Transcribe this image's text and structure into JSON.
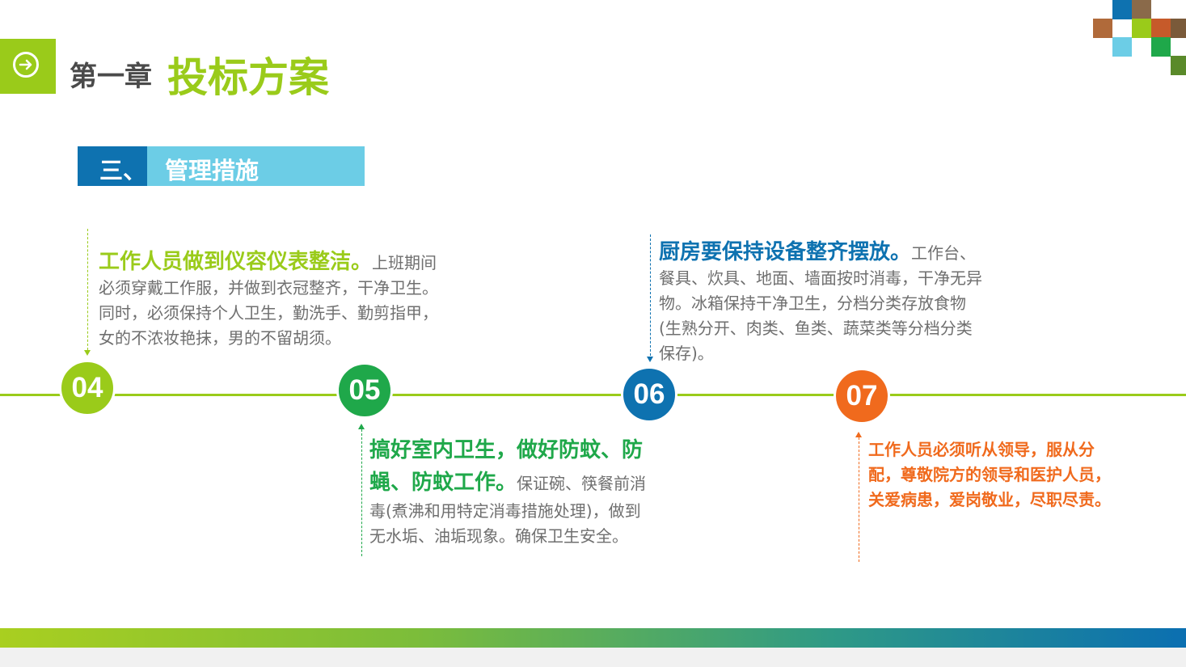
{
  "header": {
    "chapter": "第一章",
    "title": "投标方案"
  },
  "section": {
    "number": "三、",
    "name": "管理措施"
  },
  "items": [
    {
      "num": "04",
      "color": "#9acb1a",
      "highlight": "工作人员做到仪容仪表整洁。",
      "body": "上班期间必须穿戴工作服，并做到衣冠整齐，干净卫生。同时，必须保持个人卫生，勤洗手、勤剪指甲，女的不浓妆艳抹，男的不留胡须。"
    },
    {
      "num": "05",
      "color": "#1fa84a",
      "highlight": "搞好室内卫生，做好防蚊、防蝇、防蚊工作。",
      "body": "保证碗、筷餐前消毒(煮沸和用特定消毒措施处理)，做到无水垢、油垢现象。确保卫生安全。"
    },
    {
      "num": "06",
      "color": "#0e72b0",
      "highlight": "厨房要保持设备整齐摆放。",
      "body": "工作台、餐具、炊具、地面、墙面按时消毒，干净无异物。冰箱保持干净卫生，分档分类存放食物(生熟分开、肉类、鱼类、蔬菜类等分档分类保存)。"
    },
    {
      "num": "07",
      "color": "#f06a1d",
      "highlight": "工作人员必须听从领导，服从分配，尊敬院方的领导和医护人员，关爱病患，爱岗敬业，尽职尽责。",
      "body": ""
    }
  ],
  "colors": {
    "lime": "#9acb1a",
    "green": "#1fa84a",
    "blue": "#0e72b0",
    "orange": "#f06a1d",
    "light_blue": "#6ccde6"
  }
}
